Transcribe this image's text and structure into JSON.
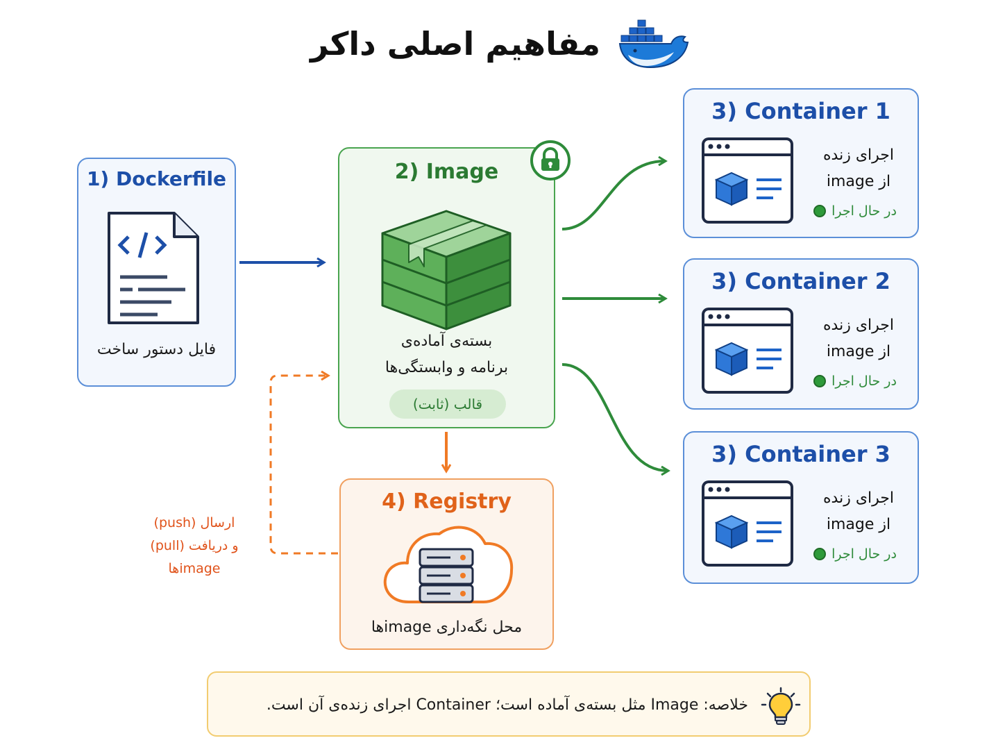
{
  "title": "مفاهیم اصلی داکر",
  "dockerfile": {
    "title": "1) Dockerfile",
    "caption": "فایل دستور ساخت"
  },
  "image": {
    "title": "2) Image",
    "caption_line1": "بسته‌ی آماده‌ی",
    "caption_line2": "برنامه و وابستگی‌ها",
    "badge": "قالب (ثابت)"
  },
  "containers": [
    {
      "title": "3) Container 1",
      "desc_line1": "اجرای زنده",
      "desc_line2": "از image",
      "status": "در حال اجرا"
    },
    {
      "title": "3) Container 2",
      "desc_line1": "اجرای زنده",
      "desc_line2": "از image",
      "status": "در حال اجرا"
    },
    {
      "title": "3) Container 3",
      "desc_line1": "اجرای زنده",
      "desc_line2": "از image",
      "status": "در حال اجرا"
    }
  ],
  "registry": {
    "title": "4) Registry",
    "caption": "محل نگه‌داری imageها"
  },
  "push_pull_note": {
    "line1": "ارسال (push)",
    "line2": "و دریافت (pull)",
    "line3": "imageها"
  },
  "summary": {
    "text": "خلاصه: Image مثل بسته‌ی آماده است؛ Container اجرای زنده‌ی آن است."
  },
  "colors": {
    "blue": "#1d4fa8",
    "green": "#2b7a32",
    "orange": "#e0621a",
    "docker_blue": "#1d63c8"
  }
}
